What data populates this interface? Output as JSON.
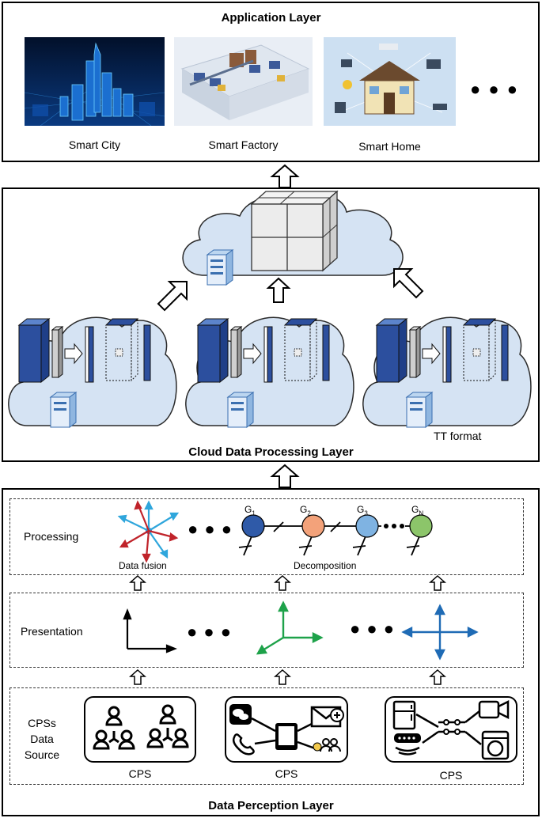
{
  "application_layer": {
    "title": "Application Layer",
    "apps": [
      {
        "label": "Smart City"
      },
      {
        "label": "Smart Factory"
      },
      {
        "label": "Smart Home"
      }
    ],
    "ellipsis": "● ● ●"
  },
  "cloud_layer": {
    "title": "Cloud Data Processing Layer",
    "tt_label": "TT format"
  },
  "perception_layer": {
    "title": "Data Perception Layer",
    "rows": {
      "processing": {
        "label": "Processing",
        "data_fusion": "Data fusion",
        "decomposition": "Decomposition",
        "nodes": [
          "G1",
          "G2",
          "G3",
          "GN"
        ],
        "node_colors": [
          "#2f5aa8",
          "#f3a27a",
          "#7fb3e2",
          "#8cc56a"
        ]
      },
      "presentation": {
        "label": "Presentation"
      },
      "source": {
        "label_lines": [
          "CPSs",
          "Data",
          "Source"
        ],
        "cps_label": "CPS"
      }
    }
  },
  "colors": {
    "cube_dark": "#2c4f9e",
    "cloud_fill": "#d5e3f3",
    "arrow_green": "#1ea24a",
    "arrow_blue": "#1f6bb5",
    "arrow_red": "#c0232a",
    "arrow_cyan": "#2fa6dc"
  }
}
